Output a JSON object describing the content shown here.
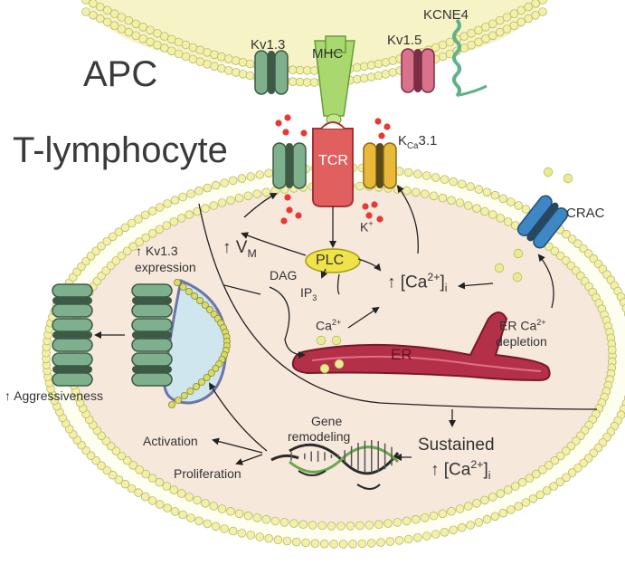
{
  "cells": {
    "apc": "APC",
    "t_lymphocyte": "T-lymphocyte"
  },
  "channels": {
    "kv13": "Kv1.3",
    "mhc": "MHC",
    "kv15": "Kv1.5",
    "kcne4": "KCNE4",
    "tcr": "TCR",
    "kca31_main": "K",
    "kca31_sub": "Ca",
    "kca31_tail": "3.1",
    "crac": "CRAC",
    "plc": "PLC"
  },
  "labels": {
    "k_plus": "K",
    "k_plus_sup": "+",
    "vm_arrow": "↑ V",
    "vm_sub": "M",
    "dag": "DAG",
    "ip3": "IP",
    "ip3_sub": "3",
    "ca_center_pre": "↑ [Ca",
    "ca_center_sup": "2+",
    "ca_center_post": "]",
    "ca_center_sub": "i",
    "ca2plus": "Ca",
    "ca2plus_sup": "2+",
    "er": "ER",
    "er_depletion_1": "ER Ca",
    "er_depletion_sup": "2+",
    "er_depletion_2": "depletion",
    "kv13_expr_1": "↑ Kv1.3",
    "kv13_expr_2": "expression",
    "aggressiveness": "↑ Aggressiveness",
    "activation": "Activation",
    "proliferation": "Proliferation",
    "gene_1": "Gene",
    "gene_2": "remodeling",
    "sustained_1": "Sustained",
    "sustained_pre": "↑ [Ca",
    "sustained_sup": "2+",
    "sustained_post": "]",
    "sustained_sub": "i"
  },
  "colors": {
    "membrane_head": "#f3f1a8",
    "membrane_stroke": "#b9b86a",
    "apc_fill": "#f6f4c6",
    "cell_fill": "#f7e8dc",
    "kv_green": "#7fb08e",
    "kv_dark": "#3d5a46",
    "kv15_pink": "#d9728c",
    "mhc_green": "#a9d86e",
    "tcr_red": "#e06060",
    "kca_yellow": "#e9b93a",
    "crac_blue": "#3f86c4",
    "plc_yellow": "#f0e24a",
    "er_red": "#a8283e",
    "vesicle_blue": "#cfe6ef",
    "ion_red": "#e53935",
    "ion_yellow": "#e8ec9a"
  }
}
